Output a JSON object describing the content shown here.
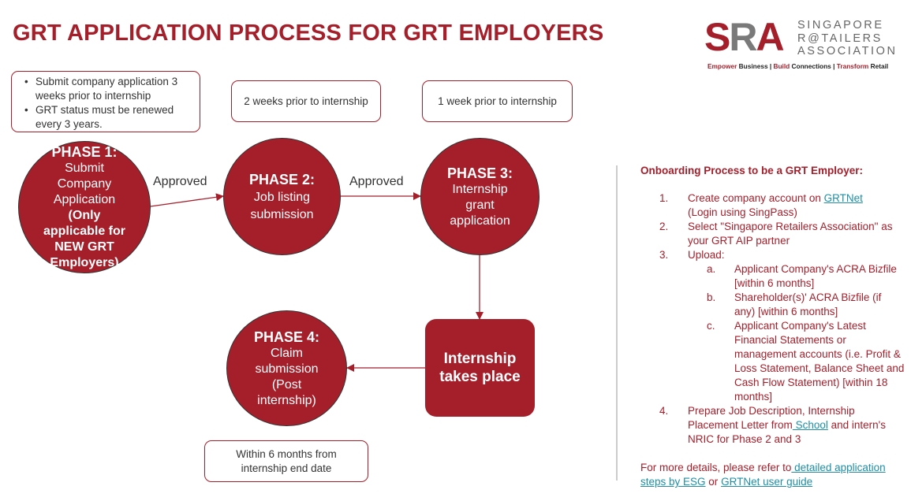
{
  "title": "GRT APPLICATION PROCESS FOR GRT EMPLOYERS",
  "logo": {
    "letters": "SRA",
    "org_line1": "SINGAPORE",
    "org_line2": "R@TAILERS",
    "org_line3": "ASSOCIATION",
    "tagline_part1": "Empower",
    "tagline_part2": " Business | ",
    "tagline_part3": "Build",
    "tagline_part4": " Connections | ",
    "tagline_part5": "Transform",
    "tagline_part6": " Retail"
  },
  "notes": {
    "phase1_bullet1": "Submit company application 3 weeks prior to internship",
    "phase1_bullet2": "GRT status must be renewed every 3 years.",
    "phase2": "2 weeks prior to internship",
    "phase3": "1 week prior to internship",
    "phase4": "Within 6 months from internship end date"
  },
  "phases": {
    "p1": {
      "title": "PHASE 1:",
      "line1": "Submit",
      "line2": "Company",
      "line3": "Application",
      "bold": "(Only applicable for NEW GRT Employers)"
    },
    "p2": {
      "title": "PHASE 2:",
      "line1": "Job listing",
      "line2": "submission"
    },
    "p3": {
      "title": "PHASE 3:",
      "line1": "Internship",
      "line2": "grant",
      "line3": "application"
    },
    "p4": {
      "title": "PHASE 4:",
      "line1": "Claim",
      "line2": "submission",
      "line3": "(Post",
      "line4": "internship)"
    },
    "internship": "Internship takes place"
  },
  "arrow_labels": {
    "a1": "Approved",
    "a2": "Approved"
  },
  "colors": {
    "accent": "#a51f2b",
    "link": "#1e8fa6",
    "text": "#333333"
  },
  "panel": {
    "heading": "Onboarding Process to be a GRT Employer:",
    "s1_num": "1.",
    "s1_text": "Create company account on ",
    "s1_link": "GRTNet",
    "s1_text2": "(Login using SingPass)",
    "s2_num": "2.",
    "s2_text": "Select \"Singapore Retailers Association\" as your GRT AIP partner",
    "s3_num": "3.",
    "s3_text": "Upload:",
    "s3a_letter": "a.",
    "s3a_text": "Applicant Company's ACRA Bizfile [within 6 months]",
    "s3b_letter": "b.",
    "s3b_text": "Shareholder(s)' ACRA Bizfile (if any) [within 6 months]",
    "s3c_letter": "c.",
    "s3c_text": "Applicant Company's Latest Financial Statements or management accounts (i.e. Profit & Loss Statement, Balance Sheet and Cash Flow Statement) [within 18 months]",
    "s4_num": "4.",
    "s4_text": "Prepare Job Description, Internship Placement Letter from",
    "s4_link": " School",
    "s4_text2": " and intern's NRIC for Phase 2 and 3",
    "foot_text": "For more details, please refer to",
    "foot_link1": " detailed application steps by ESG",
    "foot_or": " or ",
    "foot_link2": "GRTNet user guide"
  }
}
